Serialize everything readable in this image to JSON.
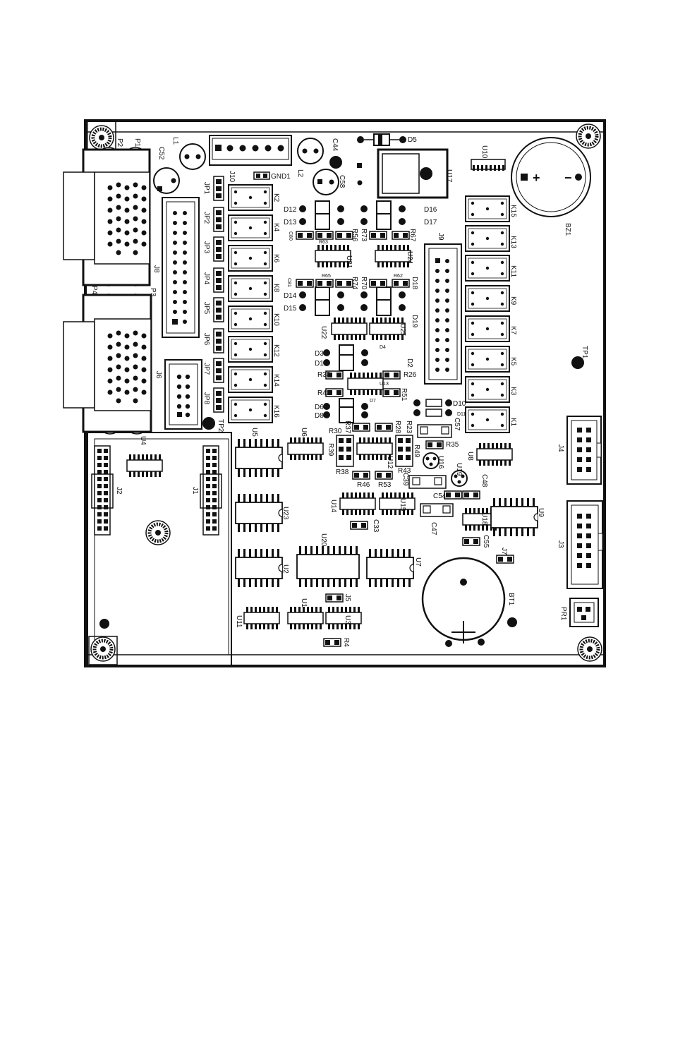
{
  "labels": {
    "p1": "P1",
    "p2": "P2",
    "p3": "P3",
    "p4": "P4",
    "c52": "C52",
    "l1": "L1",
    "j10": "J10",
    "gnd1": "GND1",
    "c44": "C44",
    "l2": "L2",
    "c58": "C58",
    "d5": "D5",
    "u17": "U17",
    "u10": "U10",
    "bz1": "BZ1",
    "j8": "J8",
    "j6": "J6",
    "tp2": "TP2",
    "tp1": "TP1",
    "jp1": "JP1",
    "jp2": "JP2",
    "jp3": "JP3",
    "jp4": "JP4",
    "jp5": "JP5",
    "jp6": "JP6",
    "jp7": "JP7",
    "jp8": "JP8",
    "k2": "K2",
    "k4": "K4",
    "k6": "K6",
    "k8": "K8",
    "k10": "K10",
    "k12": "K12",
    "k14": "K14",
    "k16": "K16",
    "k15": "K15",
    "k13": "K13",
    "k11": "K11",
    "k9": "K9",
    "k7": "K7",
    "k5": "K5",
    "k3": "K3",
    "k1": "K1",
    "d12": "D12",
    "d13": "D13",
    "d16": "D16",
    "d17": "D17",
    "r56": "R56",
    "r73": "R73",
    "r67": "R67",
    "c80": "C80",
    "r63": "R63",
    "u21": "U21",
    "u24": "U24",
    "j9": "J9",
    "c81": "C81",
    "r65": "R65",
    "r74": "R74",
    "r70": "R70",
    "r62": "R62",
    "d18": "D18",
    "d14": "D14",
    "d15": "D15",
    "d19": "D19",
    "u22": "U22",
    "u25": "U25",
    "d3": "D3",
    "d1": "D1",
    "d4": "D4",
    "d2": "D2",
    "r33": "R33",
    "r26": "R26",
    "u13": "U13",
    "r42": "R42",
    "r51": "R51",
    "d6": "D6",
    "d8": "D8",
    "d7": "D7",
    "d10": "D10",
    "d11": "D11",
    "r37": "R37",
    "r28": "R28",
    "r23": "R23",
    "c57": "C57",
    "u5": "U5",
    "u6": "U6",
    "u4": "U4",
    "r30": "R30",
    "r39": "R39",
    "r38": "R38",
    "r35": "R35",
    "u12": "U12",
    "r49": "R49",
    "r43": "R43",
    "u16": "U16",
    "u8": "U8",
    "j4": "J4",
    "j2": "J2",
    "j1": "J1",
    "r46": "R46",
    "r53": "R53",
    "c39": "C39",
    "u19": "U19",
    "c48": "C48",
    "u14": "U14",
    "u15": "U15",
    "c54": "C54",
    "u18": "U18",
    "u9": "U9",
    "u23": "U23",
    "c33": "C33",
    "c47": "C47",
    "c55": "C55",
    "j3": "J3",
    "j7": "J7",
    "u20": "U20",
    "u2": "U2",
    "u7": "U7",
    "bt1": "BT1",
    "j5": "J5",
    "u1": "U1",
    "u11": "U11",
    "u3": "U3",
    "r4": "R4",
    "pr1": "PR1",
    "plus": "+",
    "minus": "−"
  }
}
